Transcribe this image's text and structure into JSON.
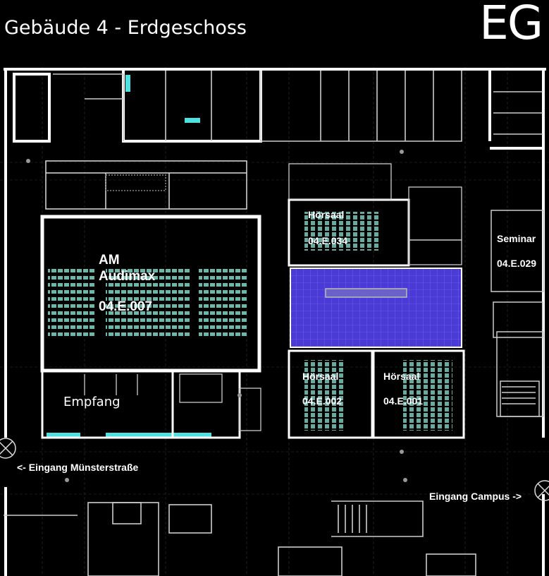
{
  "header": {
    "title": "Gebäude 4  - Erdgeschoss",
    "floor_code": "EG"
  },
  "rooms": {
    "audimax": {
      "line1": "AM",
      "line2": "Audimax",
      "number": "04.E.007"
    },
    "hoersaal_034": {
      "name": "Hörsaal",
      "number": "04.E.034"
    },
    "seminar_029": {
      "name": "Seminar",
      "number": "04.E.029"
    },
    "hoersaal_002": {
      "name": "Hörsaal",
      "number": "04.E.002"
    },
    "hoersaal_001": {
      "name": "Hörsaal",
      "number": "04.E.001"
    },
    "empfang": {
      "name": "Empfang"
    }
  },
  "entrances": {
    "muensterstrasse": "<- Eingang Münsterstraße",
    "campus": "Eingang Campus ->"
  },
  "colors": {
    "background": "#000000",
    "walls": "#ffffff",
    "grid": "#3a3a3a",
    "seats": "#7fd6c8",
    "highlight_area": "#4b3bd6",
    "accent_cyan": "#4fe0e0"
  }
}
